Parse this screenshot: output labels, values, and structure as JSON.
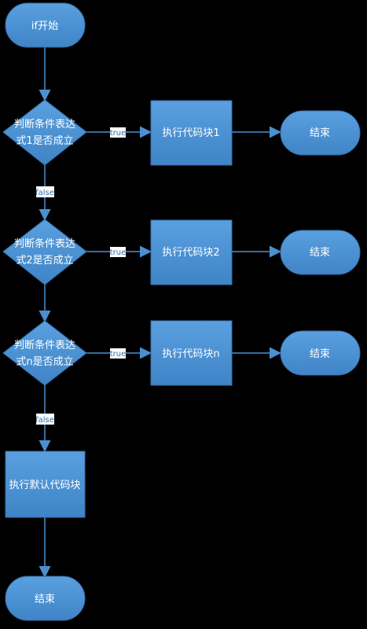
{
  "start": "if开始",
  "conditions": [
    {
      "line1": "判断条件表达",
      "line2": "式1是否成立"
    },
    {
      "line1": "判断条件表达",
      "line2": "式2是否成立"
    },
    {
      "line1": "判断条件表达",
      "line2": "式n是否成立"
    }
  ],
  "actions": [
    "执行代码块1",
    "执行代码块2",
    "执行代码块n"
  ],
  "ends": [
    "结束",
    "结束",
    "结束"
  ],
  "default_action": "执行默认代码块",
  "final_end": "结束",
  "labels": {
    "true": "true",
    "false": "false"
  },
  "colors": {
    "fill": "#4a90d0",
    "fill_dark": "#3a78b8",
    "line": "#4a90d0",
    "background": "#000000"
  }
}
